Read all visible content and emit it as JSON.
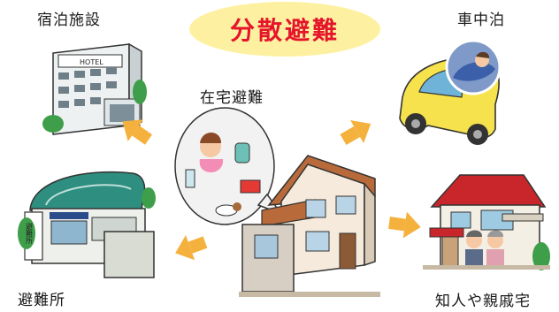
{
  "title": "分散避難",
  "labels": {
    "hotel": "宿泊施設",
    "car": "車中泊",
    "home": "在宅避難",
    "shelter": "避難所",
    "relatives": "知人や親戚宅"
  },
  "signs": {
    "hotel_sign": "HOTEL",
    "shelter_sign": "避難所"
  },
  "colors": {
    "title": "#e5162b",
    "title_bg": "#fdf1a1",
    "arrow": "#f5b13d",
    "car": "#f6e24c",
    "relatives_roof": "#c8262b",
    "shelter_roof": "#2e8e7f"
  }
}
